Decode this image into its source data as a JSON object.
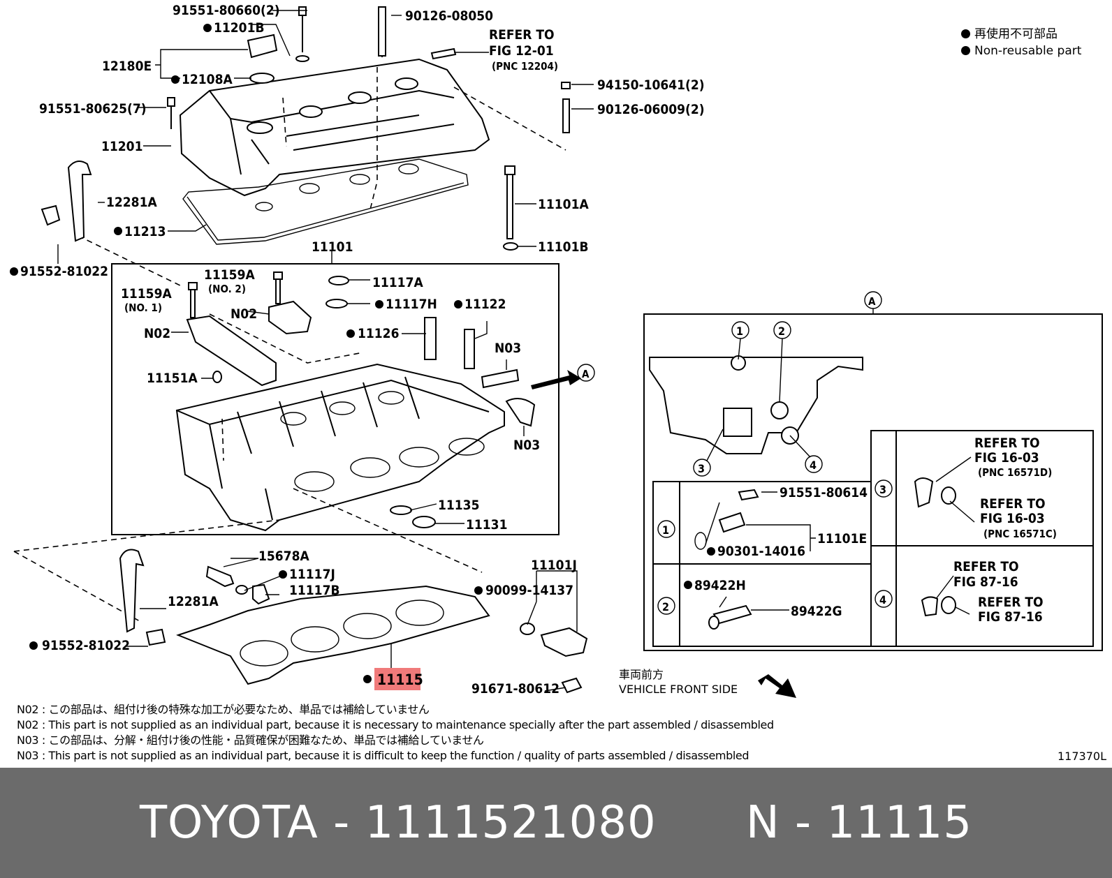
{
  "legend": {
    "line_ja": "再使用不可部品",
    "line_en": "Non-reusable part"
  },
  "labels": {
    "p91551_80660": "91551-80660(2)",
    "p11201B": "11201B",
    "p90126_08050": "90126-08050",
    "refer_to": "REFER TO",
    "fig_12_01": "FIG 12-01",
    "pnc_12204": "(PNC 12204)",
    "p12180E": "12180E",
    "p12108A": "12108A",
    "p94150": "94150-10641(2)",
    "p91551_80625": "91551-80625(7)",
    "p90126_06009": "90126-06009(2)",
    "p11201": "11201",
    "p12281A": "12281A",
    "p11101A": "11101A",
    "p11213": "11213",
    "p11101B": "11101B",
    "p91552_81022": "91552-81022",
    "p11101": "11101",
    "p11159A": "11159A",
    "no2": "(NO. 2)",
    "no1": "(NO. 1)",
    "p11117A": "11117A",
    "n02": "N02",
    "p11117H": "11117H",
    "p11122": "11122",
    "p11126": "11126",
    "n03": "N03",
    "p11151A": "11151A",
    "a": "A",
    "p11135": "11135",
    "p11131": "11131",
    "p15678A": "15678A",
    "p11117J": "11117J",
    "p11117B": "11117B",
    "p11101J": "11101J",
    "p90099": "90099-14137",
    "p11115": "11115",
    "p91671": "91671-80612",
    "p91551_80614": "91551-80614",
    "p11101E": "11101E",
    "p90301": "90301-14016",
    "p89422H": "89422H",
    "p89422G": "89422G",
    "fig_16_03": "FIG 16-03",
    "pnc_16571D": "(PNC 16571D)",
    "pnc_16571C": "(PNC 16571C)",
    "fig_87_16": "FIG 87-16",
    "n1": "1",
    "n2": "2",
    "n3": "3",
    "n4": "4"
  },
  "vehicle_front": {
    "ja": "車両前方",
    "en": "VEHICLE FRONT SIDE"
  },
  "notes": [
    "N02 : この部品は、組付け後の特殊な加工が必要なため、単品では補給していません",
    "N02 : This part is not supplied as an individual part, because it is necessary to maintenance specially after the part assembled / disassembled",
    "N03 : この部品は、分解・組付け後の性能・品質確保が困難なため、単品では補給していません",
    "N03 : This part is not supplied as an individual part, because it is difficult to keep the function / quality of parts  assembled / disassembled"
  ],
  "diagram_id": "117370L",
  "footer": {
    "brand": "TOYOTA",
    "part_number": "1111521080",
    "pnc": "N - 11115",
    "separator": "-"
  },
  "colors": {
    "highlight": "#f07a7a",
    "footer_bg": "#6b6b6b",
    "footer_text": "#ffffff"
  }
}
